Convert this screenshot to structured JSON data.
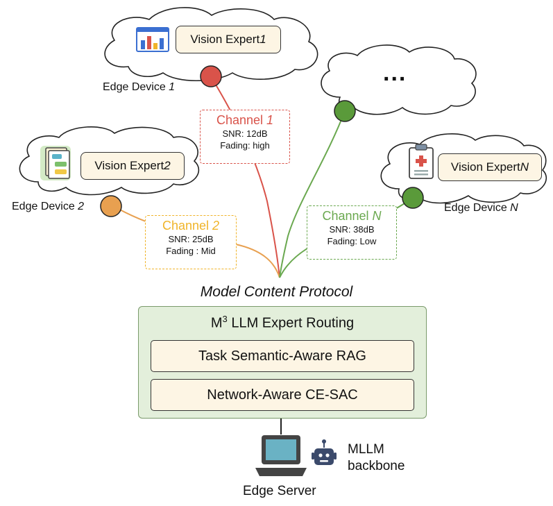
{
  "experts": [
    {
      "label": "Vision Expert ",
      "num": "1",
      "device_prefix": "Edge Device ",
      "device_num": "1",
      "icon": "bar-chart-icon"
    },
    {
      "label": "Vision Expert ",
      "num": "2",
      "device_prefix": "Edge Device ",
      "device_num": "2",
      "icon": "flowchart-document-icon"
    },
    {
      "label": "Vision Expert ",
      "num": "N",
      "device_prefix": "Edge Device ",
      "device_num": "N",
      "icon": "medical-clipboard-icon"
    }
  ],
  "ellipsis": "...",
  "channels": [
    {
      "title_prefix": "Channel ",
      "title_num": "1",
      "snr": "SNR: 12dB",
      "fading": "Fading: high",
      "color": "#d9534a"
    },
    {
      "title_prefix": "Channel ",
      "title_num": "2",
      "snr": "SNR: 25dB",
      "fading": "Fading : Mid",
      "color": "#f0b429"
    },
    {
      "title_prefix": "Channel ",
      "title_num": "N",
      "snr": "SNR: 38dB",
      "fading": "Fading: Low",
      "color": "#6aa84f"
    }
  ],
  "node_colors": {
    "device1": "#d9534a",
    "device2": "#e8a050",
    "deviceN": "#5a9a3a",
    "ellipsis_node": "#5a9a3a"
  },
  "protocol": "Model Content Protocol",
  "router": {
    "title_prefix": "M",
    "title_sup": "3",
    "title_suffix": " LLM Expert Routing",
    "modules": [
      "Task Semantic-Aware RAG",
      "Network-Aware CE-SAC"
    ]
  },
  "server": {
    "label": "Edge Server",
    "backbone_line1": "MLLM",
    "backbone_line2": "backbone",
    "icons": [
      "laptop-icon",
      "robot-icon"
    ]
  }
}
